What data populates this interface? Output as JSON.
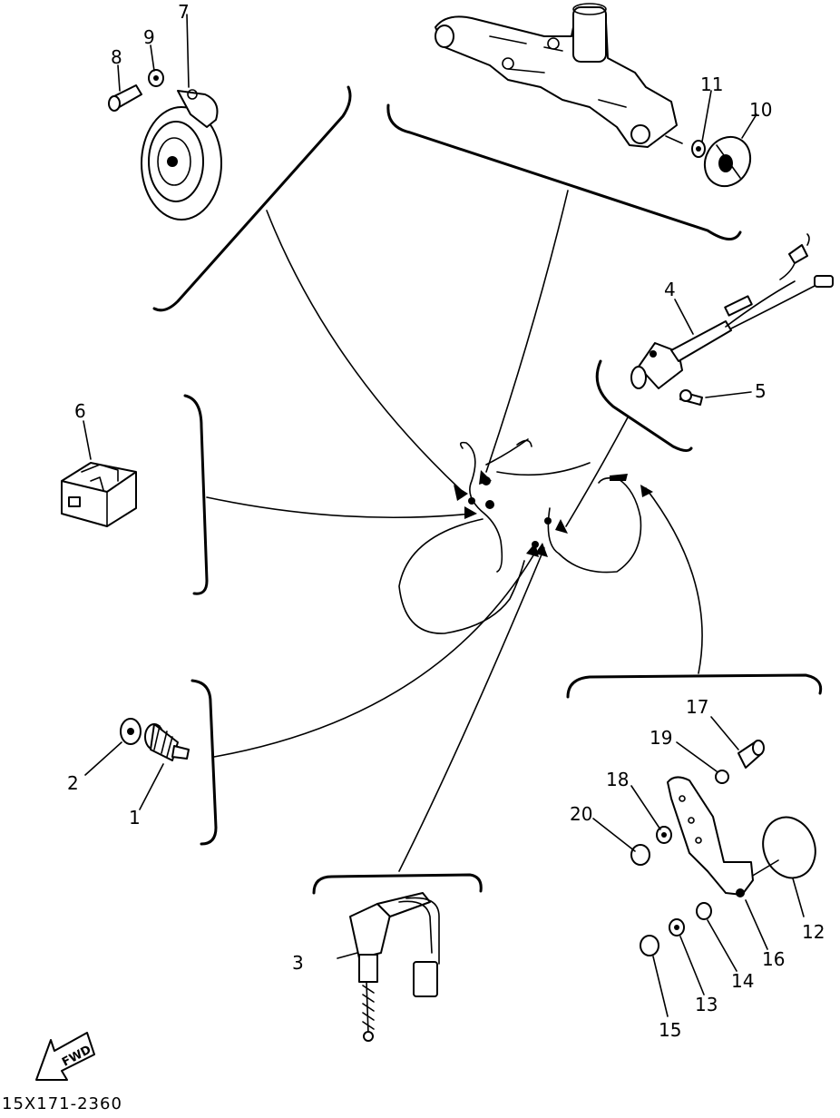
{
  "diagram": {
    "part_numbers": {
      "p1": "1",
      "p2": "2",
      "p3": "3",
      "p4": "4",
      "p5": "5",
      "p6": "6",
      "p7": "7",
      "p8": "8",
      "p9": "9",
      "p10": "10",
      "p11": "11",
      "p12": "12",
      "p13": "13",
      "p14": "14",
      "p15": "15",
      "p16": "16",
      "p17": "17",
      "p18": "18",
      "p19": "19",
      "p20": "20"
    },
    "fwd_marker": "FWD",
    "drawing_code": "15X171-2360"
  },
  "colors": {
    "ink": "#000000",
    "paper": "#ffffff"
  }
}
